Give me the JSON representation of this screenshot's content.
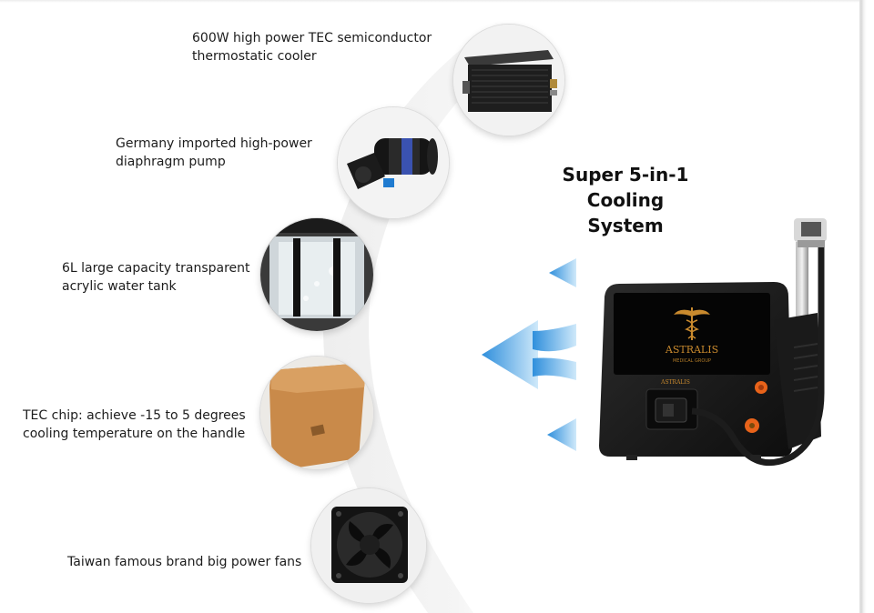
{
  "headline": {
    "line1": "Super 5-in-1",
    "line2": "Cooling System"
  },
  "features": [
    {
      "line1": "600W high power TEC semiconductor",
      "line2": "thermostatic cooler",
      "icon": "tec-cooler-icon"
    },
    {
      "line1": "Germany imported high-power",
      "line2": "diaphragm pump",
      "icon": "diaphragm-pump-icon"
    },
    {
      "line1": "6L large capacity transparent",
      "line2": "acrylic water tank",
      "icon": "water-tank-icon"
    },
    {
      "line1": "TEC chip: achieve -15 to 5 degrees",
      "line2": "cooling temperature on the handle",
      "icon": "tec-chip-icon"
    },
    {
      "line1": "Taiwan famous brand big power fans",
      "icon": "fan-icon"
    }
  ],
  "device": {
    "brand": "ASTRALIS",
    "screen_subtitle": "MEDICAL GROUP",
    "panel_label": "ASTRALIS",
    "colors": {
      "body": "#141414",
      "screen": "#050505",
      "logo": "#c98a2e",
      "buttons": "#e8631a",
      "arrows": "#4aa7e3"
    }
  }
}
